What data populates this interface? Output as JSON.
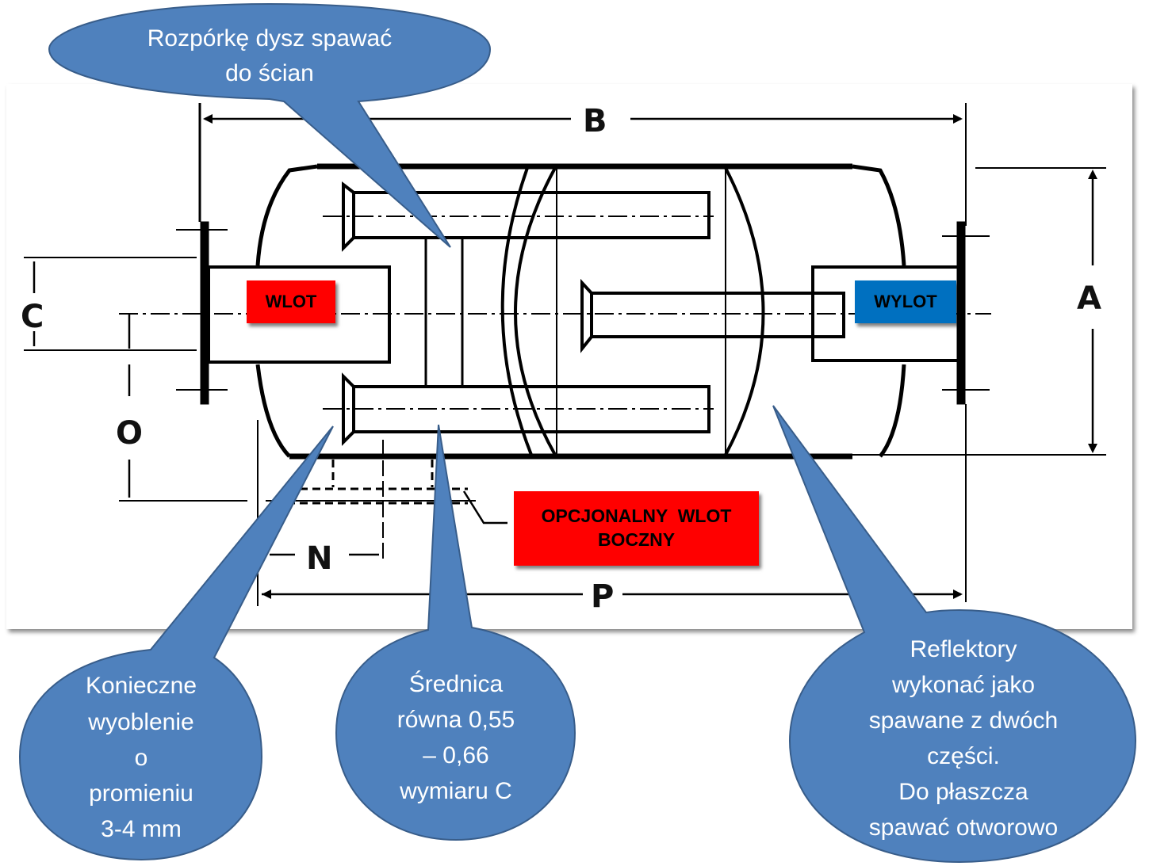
{
  "diagram": {
    "type": "technical-drawing",
    "subject": "silencer / muffler cross-section with dimension labels",
    "dimension_labels": {
      "A": "A",
      "B": "B",
      "C": "C",
      "O": "O",
      "N": "N",
      "P": "P"
    },
    "labels": {
      "inlet": "WLOT",
      "outlet": "WYLOT",
      "optional_side_inlet_line1": "OPCJONALNY  WLOT",
      "optional_side_inlet_line2": "BOCZNY"
    },
    "callouts": {
      "spacer_weld": [
        "Rozpórkę dysz spawać",
        "do ścian"
      ],
      "flare_radius": [
        "Konieczne",
        "wyoblenie",
        "o",
        "promieniu",
        "3-4 mm"
      ],
      "diameter_ratio": [
        "Średnica",
        "równa 0,55",
        "– 0,66",
        "wymiaru C"
      ],
      "reflectors": [
        "Reflektory",
        "wykonać jako",
        "spawane z dwóch",
        "części.",
        "Do płaszcza",
        "spawać otworowo"
      ]
    },
    "colors": {
      "callout_fill": "#4F81BD",
      "callout_stroke": "#385D8A",
      "inlet_label_bg": "#FF0000",
      "outlet_label_bg": "#0070C0",
      "side_inlet_label_bg": "#FF0000",
      "line": "#000000"
    }
  }
}
